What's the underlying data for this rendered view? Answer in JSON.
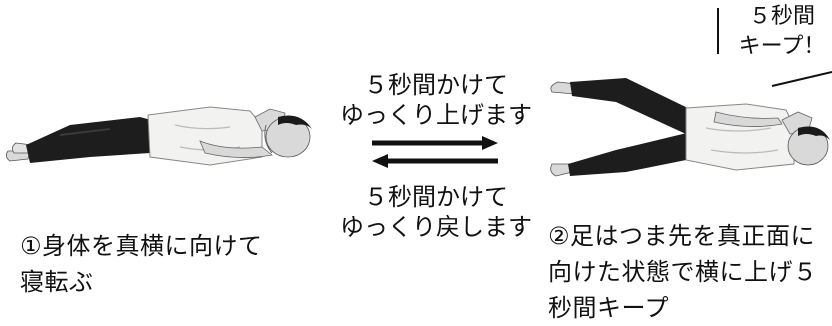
{
  "arrow_top": {
    "line1": "５秒間かけて",
    "line2": "ゆっくり上げます"
  },
  "arrow_bottom": {
    "line1": "５秒間かけて",
    "line2": "ゆっくり戻します"
  },
  "step1": {
    "line1": "①身体を真横に向けて",
    "line2": "寝転ぶ"
  },
  "step2": {
    "line1": "②足はつま先を真正面に",
    "line2": "向けた状態で横に上げ５",
    "line3": "秒間キープ"
  },
  "bubble": {
    "line1": "５秒間",
    "line2": "キープ！"
  },
  "colors": {
    "text": "#111111",
    "arrow": "#111111",
    "shirt": "#f2f2f0",
    "pants": "#1d1d1d",
    "skin": "#d9d9d9",
    "hair": "#1a1a1a"
  }
}
